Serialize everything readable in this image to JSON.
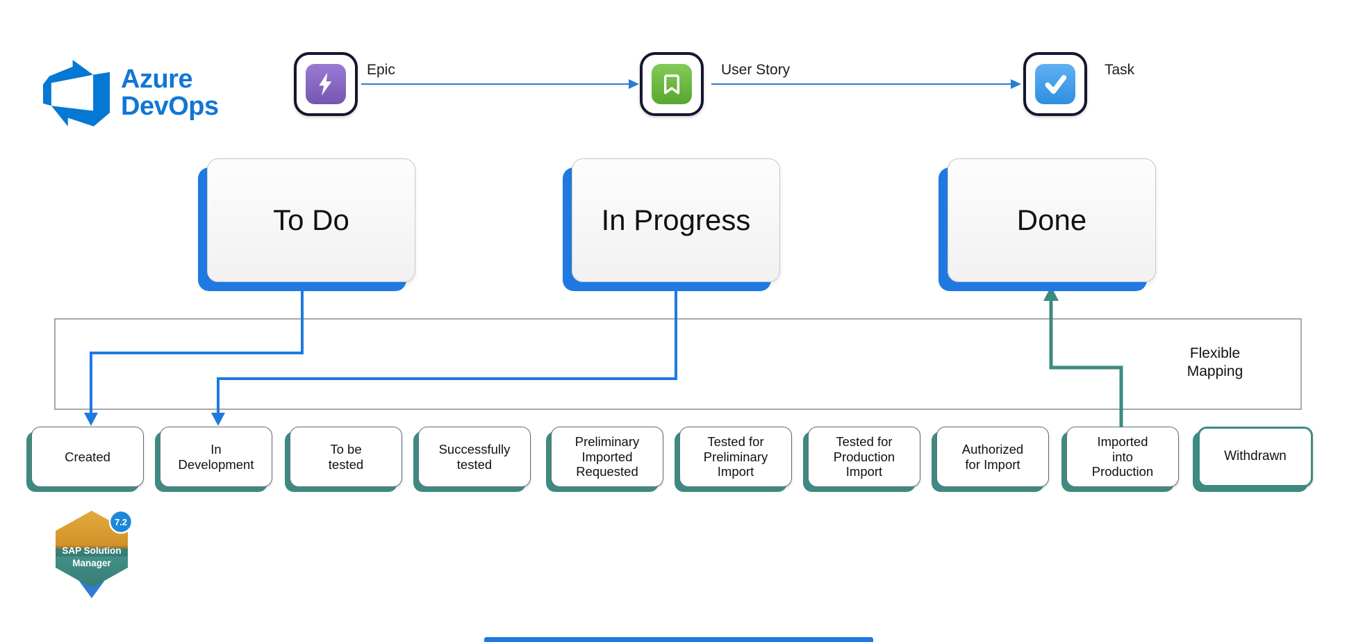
{
  "colors": {
    "azure_blue_shadow": "#1F79E0",
    "arrow_blue": "#2B7CD3",
    "teal": "#3E8A80",
    "logo_blue": "#1176D5",
    "epic_purple": "#8568C2",
    "story_green": "#6CBE45",
    "task_blue": "#469FE9",
    "sap_orange": "#DA9E33",
    "sap_teal": "#3F8E85",
    "badge_blue": "#1E88D8"
  },
  "logo": {
    "line1": "Azure",
    "line2": "DevOps"
  },
  "work_item_flow": {
    "items": [
      {
        "label": "Epic",
        "icon": "epic-lightning-icon"
      },
      {
        "label": "User Story",
        "icon": "user-story-bookmark-icon"
      },
      {
        "label": "Task",
        "icon": "task-check-icon"
      }
    ]
  },
  "azure_states": [
    {
      "label": "To Do"
    },
    {
      "label": "In Progress"
    },
    {
      "label": "Done"
    }
  ],
  "mapping_box": {
    "label": "Flexible\nMapping"
  },
  "sap_states": [
    {
      "label": "Created"
    },
    {
      "label": "In\nDevelopment"
    },
    {
      "label": "To be\ntested"
    },
    {
      "label": "Successfully\ntested"
    },
    {
      "label": "Preliminary\nImported\nRequested"
    },
    {
      "label": "Tested for\nPreliminary\nImport"
    },
    {
      "label": "Tested for\nProduction\nImport"
    },
    {
      "label": "Authorized\nfor Import"
    },
    {
      "label": "Imported\ninto\nProduction"
    },
    {
      "label": "Withdrawn"
    }
  ],
  "sap_logo": {
    "line1": "SAP Solution",
    "line2": "Manager",
    "version": "7.2"
  }
}
